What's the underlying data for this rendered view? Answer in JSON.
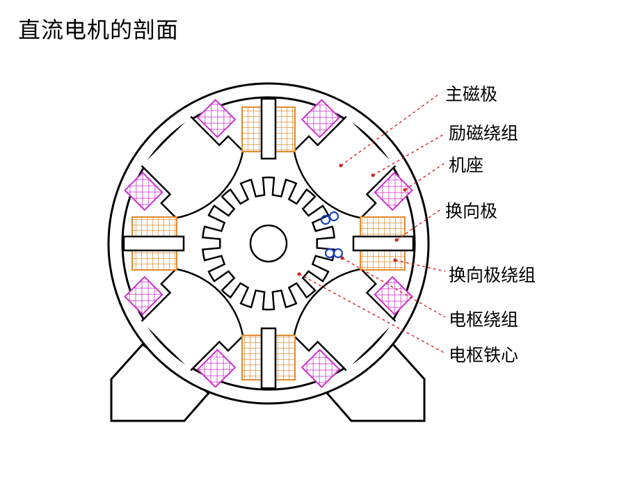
{
  "title": "直流电机的剖面",
  "labels": {
    "main_pole": "主磁极",
    "field_winding": "励磁绕组",
    "frame": "机座",
    "commutating_pole": "换向极",
    "commutating_winding": "换向极绕组",
    "armature_winding": "电枢绕组",
    "armature_core": "电枢铁心"
  },
  "colors": {
    "field_winding": "#cc33cc",
    "commutating_winding": "#e08a2c",
    "armature_conductor": "#1a3fbf",
    "leader_line": "#d42020",
    "outline": "#000000"
  }
}
